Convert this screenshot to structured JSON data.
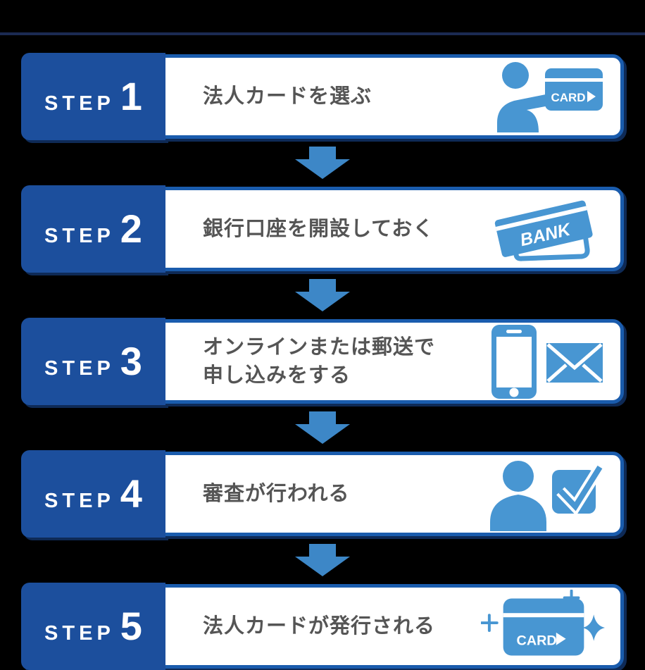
{
  "page": {
    "background": "#000000"
  },
  "colors": {
    "badge_blue": "#1c4f9d",
    "border_blue": "#1a5cad",
    "icon_blue": "#4896d2",
    "arrow_blue": "#3d87c7",
    "divider_navy": "#1b2a52",
    "text_gray": "#555555",
    "shadow_navy": "#0e2a56"
  },
  "steps": [
    {
      "label": "STEP",
      "number": "1",
      "lines": [
        "法人カードを選ぶ",
        ""
      ],
      "icon": "person-card-icon",
      "icon_label": "CARD"
    },
    {
      "label": "STEP",
      "number": "2",
      "lines": [
        "銀行口座を開設しておく",
        ""
      ],
      "icon": "bank-passbook-icon",
      "icon_label": "BANK"
    },
    {
      "label": "STEP",
      "number": "3",
      "lines": [
        "オンラインまたは郵送で",
        "申し込みをする"
      ],
      "icon": "phone-mail-icon"
    },
    {
      "label": "STEP",
      "number": "4",
      "lines": [
        "審査が行われる",
        ""
      ],
      "icon": "person-check-icon"
    },
    {
      "label": "STEP",
      "number": "5",
      "lines": [
        "法人カードが発行される",
        ""
      ],
      "icon": "card-sparkle-icon",
      "icon_label": "CARD"
    }
  ]
}
